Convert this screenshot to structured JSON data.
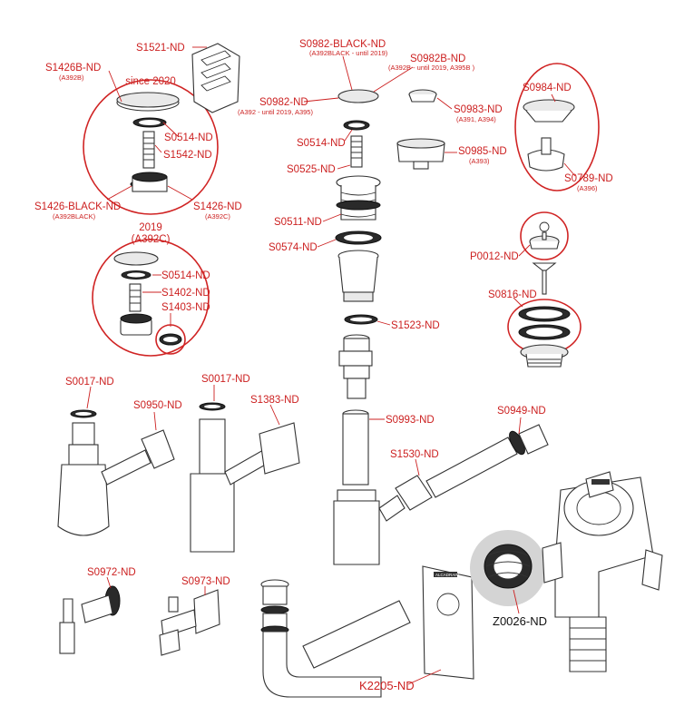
{
  "labels": {
    "s1521": "S1521-ND",
    "s1426b": "S1426B-ND",
    "s1426b_sub": "(A392B)",
    "since2020": "since 2020",
    "s0514a": "S0514-ND",
    "s1542": "S1542-ND",
    "s1426black": "S1426-BLACK-ND",
    "s1426black_sub": "(A392BLACK)",
    "s1426": "S1426-ND",
    "s1426_sub": "(A392C)",
    "y2019": "2019",
    "y2019_sub": "(A392C)",
    "s0514b": "S0514-ND",
    "s1402": "S1402-ND",
    "s1403": "S1403-ND",
    "s0982black": "S0982-BLACK-ND",
    "s0982black_sub": "(A392BLACK - until 2019)",
    "s0982b": "S0982B-ND",
    "s0982b_sub": "(A392B - until 2019, A395B )",
    "s0982": "S0982-ND",
    "s0982_sub": "(A392 - until 2019, A395)",
    "s0983": "S0983-ND",
    "s0983_sub": "(A391, A394)",
    "s0514c": "S0514-ND",
    "s0985": "S0985-ND",
    "s0985_sub": "(A393)",
    "s0525": "S0525-ND",
    "s0984": "S0984-ND",
    "s0789": "S0789-ND",
    "s0789_sub": "(A396)",
    "s0511": "S0511-ND",
    "s0574": "S0574-ND",
    "p0012": "P0012-ND",
    "s0816": "S0816-ND",
    "s1523": "S1523-ND",
    "s0017a": "S0017-ND",
    "s0017b": "S0017-ND",
    "s0950": "S0950-ND",
    "s1383": "S1383-ND",
    "s0993": "S0993-ND",
    "s0949": "S0949-ND",
    "s1530": "S1530-ND",
    "s0972": "S0972-ND",
    "s0973": "S0973-ND",
    "z0026": "Z0026-ND",
    "k2205": "K2205-ND",
    "brand": "ALCADRAIN"
  },
  "colors": {
    "label": "#cc2020",
    "outline": "#333333",
    "highlight_circle": "#d02424"
  }
}
